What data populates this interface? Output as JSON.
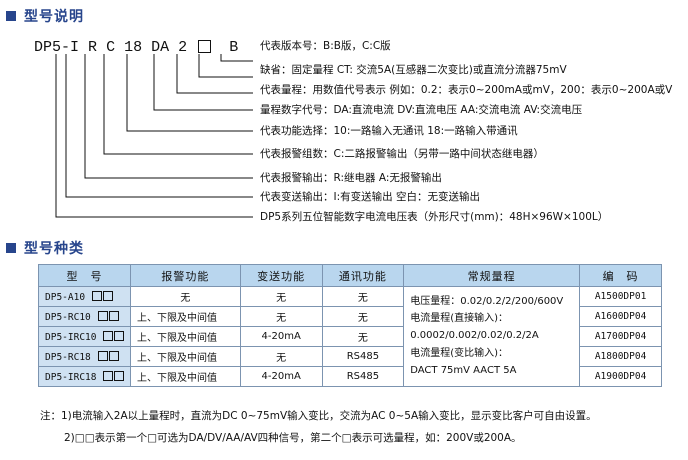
{
  "sections": {
    "model_desc_title": "型号说明",
    "model_types_title": "型号种类"
  },
  "model_code": {
    "prefix": "DP5-",
    "parts": [
      "I",
      "R",
      "C",
      "18",
      "DA",
      "2",
      "B"
    ]
  },
  "descriptions": [
    "代表版本号：B:B版，C:C版",
    "缺省：固定量程  CT: 交流5A(互感器二次变比)或直流分流器75mV",
    "代表量程：用数值代号表示  例如：0.2：表示0~200mA或mV，200：表示0~200A或V",
    "量程数字代号：DA:直流电流  DV:直流电压  AA:交流电流  AV:交流电压",
    "代表功能选择：10:一路输入无通讯  18:一路输入带通讯",
    "代表报警组数：C:二路报警输出（另带一路中间状态继电器）",
    "代表报警输出：R:继电器   A:无报警输出",
    "代表变送输出：I:有变送输出   空白：无变送输出",
    "DP5系列五位智能数字电流电压表（外形尺寸(mm)：48H×96W×100L）"
  ],
  "table": {
    "headers": [
      "型　号",
      "报警功能",
      "变送功能",
      "通讯功能",
      "常规量程",
      "编　码"
    ],
    "rows": [
      {
        "model": "DP5-A10",
        "alarm": "无",
        "transmit": "无",
        "comm": "无",
        "code": "A1500DP01"
      },
      {
        "model": "DP5-RC10",
        "alarm": "上、下限及中间值",
        "transmit": "无",
        "comm": "无",
        "code": "A1600DP04"
      },
      {
        "model": "DP5-IRC10",
        "alarm": "上、下限及中间值",
        "transmit": "4-20mA",
        "comm": "无",
        "code": "A1700DP04"
      },
      {
        "model": "DP5-RC18",
        "alarm": "上、下限及中间值",
        "transmit": "无",
        "comm": "RS485",
        "code": "A1800DP04"
      },
      {
        "model": "DP5-IRC18",
        "alarm": "上、下限及中间值",
        "transmit": "4-20mA",
        "comm": "RS485",
        "code": "A1900DP04"
      }
    ],
    "range_lines": [
      "电压量程：0.02/0.2/2/200/600V",
      "电流量程(直接输入)：",
      "0.0002/0.002/0.02/0.2/2A",
      "电流量程(变比输入)：",
      "DACT 75mV   AACT  5A"
    ]
  },
  "notes": [
    "注：1)电流输入2A以上量程时，直流为DC 0~75mV输入变比，交流为AC 0~5A输入变比，显示变比客户可自由设置。",
    "2)□□表示第一个□可选为DA/DV/AA/AV四种信号，第二个□表示可选量程，如：200V或200A。"
  ]
}
